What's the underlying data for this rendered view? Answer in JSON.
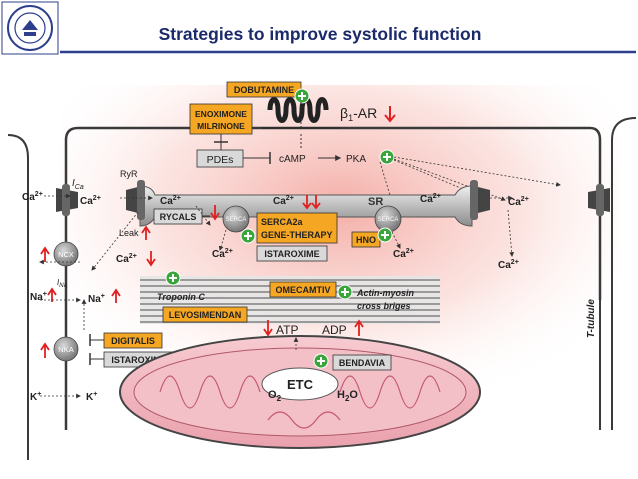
{
  "header": {
    "title": "Strategies to improve systolic function",
    "logo_icon": "university-seal-icon",
    "title_color": "#1b2a6b",
    "header_border_color": "#2d3f8c"
  },
  "colors": {
    "drug_box_fill": "#f5a623",
    "gray_box_fill": "#d9d9d9",
    "plus_green": "#3aa53a",
    "arrow_red": "#e02020",
    "cell_glow": "#f4a9a2",
    "mito_fill": "#f2b8c0",
    "mito_cristae": "#d06a80"
  },
  "labels": {
    "dobutamine": "DOBUTAMINE",
    "enoximone": "ENOXIMONE",
    "milrinone": "MILRINONE",
    "pdes": "PDEs",
    "camp": "cAMP",
    "pka": "PKA",
    "beta_prefix": "β",
    "beta_sub": "1",
    "beta_suffix": "-AR",
    "ica_i": "I",
    "ica_sub": "Ca",
    "ryr": "RyR",
    "sr": "SR",
    "rycals": "RYCALS",
    "serca": "SERCA",
    "serca2a_line1": "SERCA2a",
    "serca2a_line2": "GENE-THERAPY",
    "istaroxime": "ISTAROXIME",
    "hno": "HNO",
    "leak": "Leak",
    "ncx": "NCX",
    "nka": "NKA",
    "ina_i": "I",
    "ina_sub": "Na",
    "troponin_c": "Troponin C",
    "levosimendan": "LEVOSIMENDAN",
    "omecamtiv": "OMECAMTIV",
    "actin_line1": "Actin-myosin",
    "actin_line2": "cross briges",
    "atp": "ATP",
    "adp": "ADP",
    "bendavia": "BENDAVIA",
    "etc": "ETC",
    "o2": "O",
    "o2_sub": "2",
    "h2o_h": "H",
    "h2o_sub": "2",
    "h2o_o": "O",
    "digitalis": "DIGITALIS",
    "istaroxime_nka": "ISTAROXIME",
    "t_tubule": "T-tubule",
    "ca": "Ca",
    "ca_charge": "2+",
    "na": "Na",
    "k": "K",
    "plus_charge": "+"
  }
}
